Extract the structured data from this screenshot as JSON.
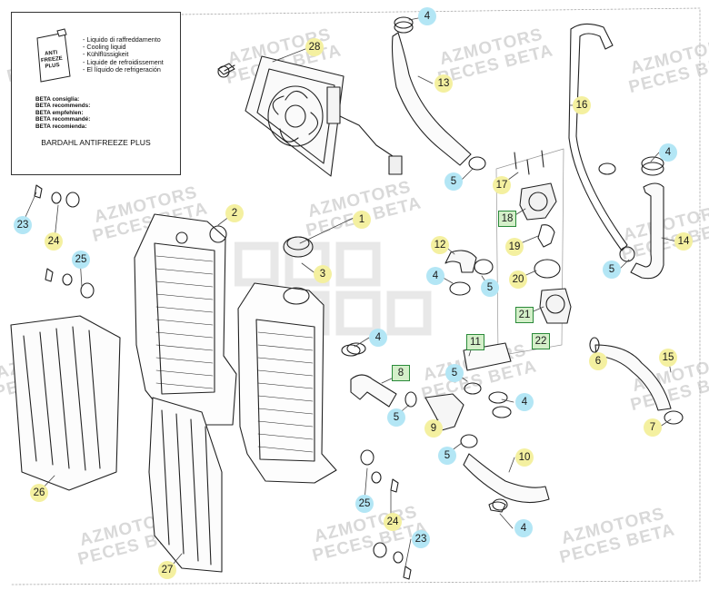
{
  "info_box": {
    "bottle_label": "ANTI FREEZE PLUS",
    "lines": [
      "- Liquido di raffreddamento",
      "- Cooling liquid",
      "- Kühlflüssigkeit",
      "- Liquide de refroidissement",
      "- El líquido de refrigeración"
    ],
    "recommend_lines": [
      "BETA consiglia:",
      "BETA recommends:",
      "BETA empfehlen:",
      "BETA recommandé:",
      "BETA recomienda:"
    ],
    "brand": "BARDAHL ANTIFREEZE PLUS"
  },
  "watermark": {
    "line1": "AZMOTORS",
    "line2": "PECES BETA"
  },
  "callouts": [
    {
      "label": "1",
      "style": "yellow"
    },
    {
      "label": "2",
      "style": "yellow"
    },
    {
      "label": "3",
      "style": "yellow"
    },
    {
      "label": "4",
      "style": "blue"
    },
    {
      "label": "5",
      "style": "blue"
    },
    {
      "label": "6",
      "style": "yellow"
    },
    {
      "label": "7",
      "style": "yellow"
    },
    {
      "label": "8",
      "style": "green"
    },
    {
      "label": "9",
      "style": "yellow"
    },
    {
      "label": "10",
      "style": "yellow"
    },
    {
      "label": "11",
      "style": "green"
    },
    {
      "label": "12",
      "style": "yellow"
    },
    {
      "label": "13",
      "style": "yellow"
    },
    {
      "label": "14",
      "style": "yellow"
    },
    {
      "label": "15",
      "style": "yellow"
    },
    {
      "label": "16",
      "style": "yellow"
    },
    {
      "label": "17",
      "style": "yellow"
    },
    {
      "label": "18",
      "style": "green"
    },
    {
      "label": "19",
      "style": "yellow"
    },
    {
      "label": "20",
      "style": "yellow"
    },
    {
      "label": "21",
      "style": "green"
    },
    {
      "label": "22",
      "style": "green"
    },
    {
      "label": "23",
      "style": "blue"
    },
    {
      "label": "24",
      "style": "yellow"
    },
    {
      "label": "25",
      "style": "blue"
    },
    {
      "label": "26",
      "style": "yellow"
    },
    {
      "label": "27",
      "style": "yellow"
    },
    {
      "label": "28",
      "style": "yellow"
    }
  ]
}
